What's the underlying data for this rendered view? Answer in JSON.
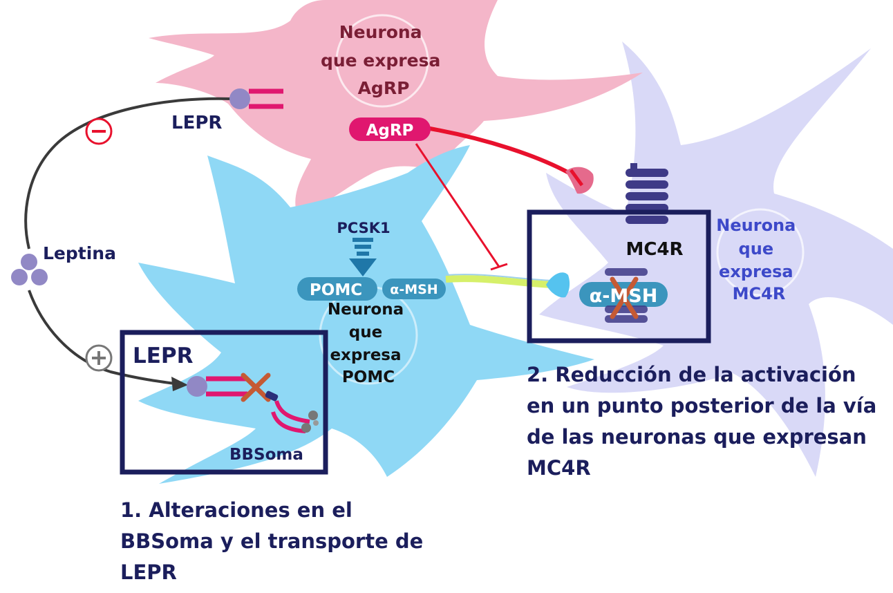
{
  "colors": {
    "navy": "#1b1e5c",
    "agrp_neuron": "#f4b6c9",
    "pomc_neuron": "#8fd8f5",
    "mc4r_neuron": "#d9d9f7",
    "magenta": "#e0176f",
    "red": "#e8112d",
    "teal_pill": "#3b95bd",
    "leptin_purple": "#9188c5",
    "mc4r_label_blue": "#3d49c9",
    "cross_orange": "#c55a34",
    "receptor_coil": "#3e3a87"
  },
  "agrp_neuron": {
    "lines": [
      "Neurona",
      "que expresa",
      "AgRP"
    ]
  },
  "agrp_pill": "AgRP",
  "pomc_neuron": {
    "lines": [
      "Neurona",
      "que",
      "expresa",
      "POMC"
    ]
  },
  "mc4r_neuron": {
    "lines": [
      "Neurona",
      "que",
      "expresa",
      "MC4R"
    ]
  },
  "labels": {
    "lepr_top": "LEPR",
    "leptina": "Leptina",
    "pcsk1": "PCSK1",
    "pomc_pill": "POMC",
    "amsh_pill": "α-MSH",
    "mc4r": "MC4R",
    "amsh_box": "α-MSH",
    "lepr_box": "LEPR",
    "bbsoma": "BBSoma",
    "minus": "−",
    "plus": "+"
  },
  "captions": {
    "left": [
      "1. Alteraciones en el",
      "BBSoma y el transporte de",
      "LEPR"
    ],
    "right": [
      "2. Reducción de la activación",
      "en un punto posterior de la vía",
      "de las neuronas que expresan",
      "MC4R"
    ]
  },
  "icons": [
    "minus-circle-icon",
    "plus-circle-icon",
    "leptin-molecule-icon",
    "lepr-receptor-icon",
    "cross-mark-icon",
    "down-arrow-icon",
    "mc4r-coil-receptor-icon",
    "inhibition-arrow-icon"
  ]
}
